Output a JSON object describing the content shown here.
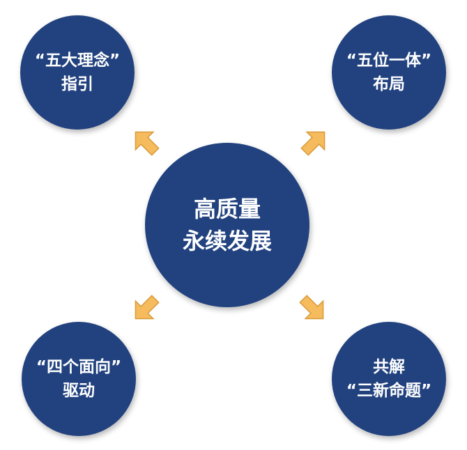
{
  "colors": {
    "circle_fill": "#21427f",
    "arrow_fill": "#f5bb5c",
    "arrow_stroke": "#d89a3a",
    "text": "#ffffff"
  },
  "center": {
    "lines": [
      "高质量",
      "永续发展"
    ]
  },
  "nodes": [
    {
      "id": "top-left",
      "lines": [
        "“五大理念”",
        "指引"
      ]
    },
    {
      "id": "top-right",
      "lines": [
        "“五位一体”",
        "布局"
      ]
    },
    {
      "id": "bottom-left",
      "lines": [
        "“四个面向”",
        "驱动"
      ]
    },
    {
      "id": "bottom-right",
      "lines": [
        "共解",
        "“三新命题”"
      ]
    }
  ],
  "arrows": [
    {
      "id": "to-top-left",
      "direction": "up-left"
    },
    {
      "id": "to-top-right",
      "direction": "up-right"
    },
    {
      "id": "to-bottom-left",
      "direction": "down-left"
    },
    {
      "id": "to-bottom-right",
      "direction": "down-right"
    }
  ]
}
